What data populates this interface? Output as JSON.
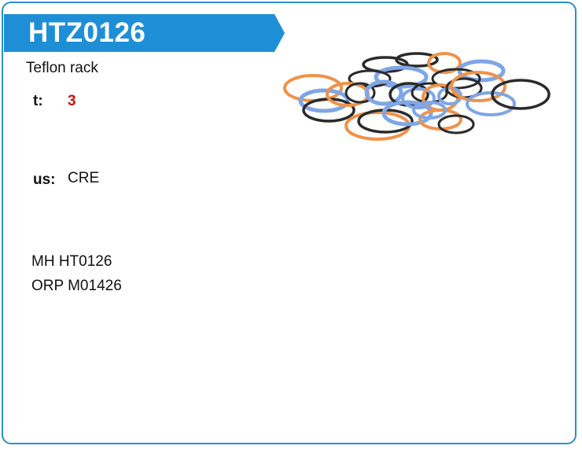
{
  "product": {
    "code": "HTZ0126",
    "description": "Teflon rack"
  },
  "fields": {
    "qty_label": "t:",
    "qty_value": "3",
    "us_label": "us:",
    "us_value": "CRE"
  },
  "references": [
    "MH HT0126",
    "ORP M01426"
  ],
  "image": {
    "icon": "o-ring-seals-image"
  },
  "colors": {
    "accent": "#2a8fd0",
    "banner": "#1e8fd6",
    "quantity": "#d01010",
    "ring_orange": "#f0924a",
    "ring_blue": "#7fa6e6",
    "ring_black": "#2a2a2a"
  }
}
